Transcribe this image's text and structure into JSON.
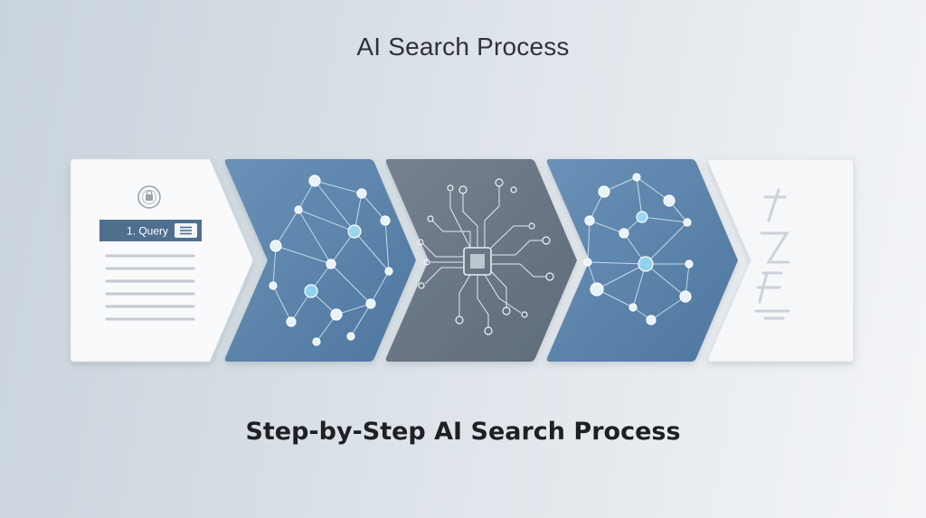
{
  "header": {
    "title": "AI Search Process"
  },
  "footer": {
    "subtitle": "Step-by-Step AI Search Process"
  },
  "steps": [
    {
      "panel": "query-document",
      "label": "1. Query",
      "color": "#f7f9fb"
    },
    {
      "panel": "network-graph",
      "color": "#5b83ab"
    },
    {
      "panel": "processor-circuit",
      "color": "#6a7786"
    },
    {
      "panel": "network-graph",
      "color": "#5b83ab"
    },
    {
      "panel": "results-text",
      "color": "#f4f6f8"
    }
  ],
  "icons": [
    "shield-lock-icon",
    "menu-lines-icon"
  ],
  "colors": {
    "accent": "#5b83ab",
    "slate": "#6a7786",
    "node_glow": "#8fd3f0",
    "line": "#cfe3f2"
  }
}
